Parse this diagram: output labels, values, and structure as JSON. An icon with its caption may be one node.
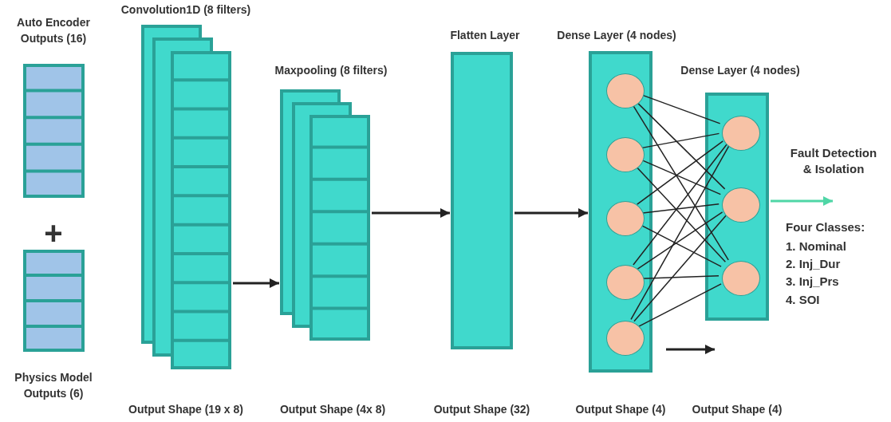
{
  "diagram": {
    "nodes": [
      {
        "text": [
          "Auto Encoder Outputs (16)"
        ]
      },
      {
        "text": [
          "Physics Model Outputs (6)"
        ]
      },
      {
        "text": [
          "Convolution1D (8 filters)"
        ]
      },
      {
        "text": [
          "Maxpooling (8 filters)"
        ]
      },
      {
        "text": [
          "Flatten Layer"
        ]
      },
      {
        "text": [
          "Dense Layer (4 nodes)"
        ]
      },
      {
        "text": [],
        "shape": "circle",
        "in": 5
      },
      {
        "text": [],
        "shape": "circle",
        "in": 5
      },
      {
        "text": [],
        "shape": "circle",
        "in": 5
      },
      {
        "text": [],
        "shape": "circle",
        "in": 5
      },
      {
        "text": [],
        "shape": "circle",
        "in": 5
      },
      {
        "text": [
          "Dense Layer (4 nodes)"
        ]
      },
      {
        "text": [],
        "shape": "circle",
        "in": 11
      },
      {
        "text": [],
        "shape": "circle",
        "in": 11
      },
      {
        "text": [],
        "shape": "circle",
        "in": 11
      }
    ],
    "edges": [
      {
        "from": 2,
        "to": 3,
        "arrow": "to"
      },
      {
        "from": 3,
        "to": 4,
        "arrow": "to"
      },
      {
        "from": 4,
        "to": 5,
        "arrow": "to"
      },
      {
        "from": 6,
        "to": 12,
        "arrow": "none"
      },
      {
        "from": 6,
        "to": 13,
        "arrow": "none"
      },
      {
        "from": 6,
        "to": 14,
        "arrow": "none"
      },
      {
        "from": 7,
        "to": 12,
        "arrow": "none"
      },
      {
        "from": 7,
        "to": 13,
        "arrow": "none"
      },
      {
        "from": 7,
        "to": 14,
        "arrow": "none"
      },
      {
        "from": 8,
        "to": 12,
        "arrow": "none"
      },
      {
        "from": 8,
        "to": 13,
        "arrow": "none"
      },
      {
        "from": 8,
        "to": 14,
        "arrow": "none"
      },
      {
        "from": 9,
        "to": 12,
        "arrow": "none"
      },
      {
        "from": 9,
        "to": 13,
        "arrow": "none"
      },
      {
        "from": 9,
        "to": 14,
        "arrow": "none"
      },
      {
        "from": 10,
        "to": 12,
        "arrow": "none"
      },
      {
        "from": 10,
        "to": 13,
        "arrow": "none"
      },
      {
        "from": 10,
        "to": 14,
        "arrow": "none"
      },
      {
        "from": 11,
        "to": null,
        "arrow": "to",
        "label": "Fault Detection & Isolation",
        "color": "#4fd6a6"
      }
    ],
    "labels": [
      "+",
      "Four Classes:",
      "1. Nominal",
      "2. Inj_Dur",
      "3. Inj_Prs",
      "4. SOI",
      "Output Shape (19 x 8)",
      "Output Shape (4x 8)",
      "Output Shape (32)",
      "Output Shape (4)",
      "Output Shape (4)"
    ]
  }
}
